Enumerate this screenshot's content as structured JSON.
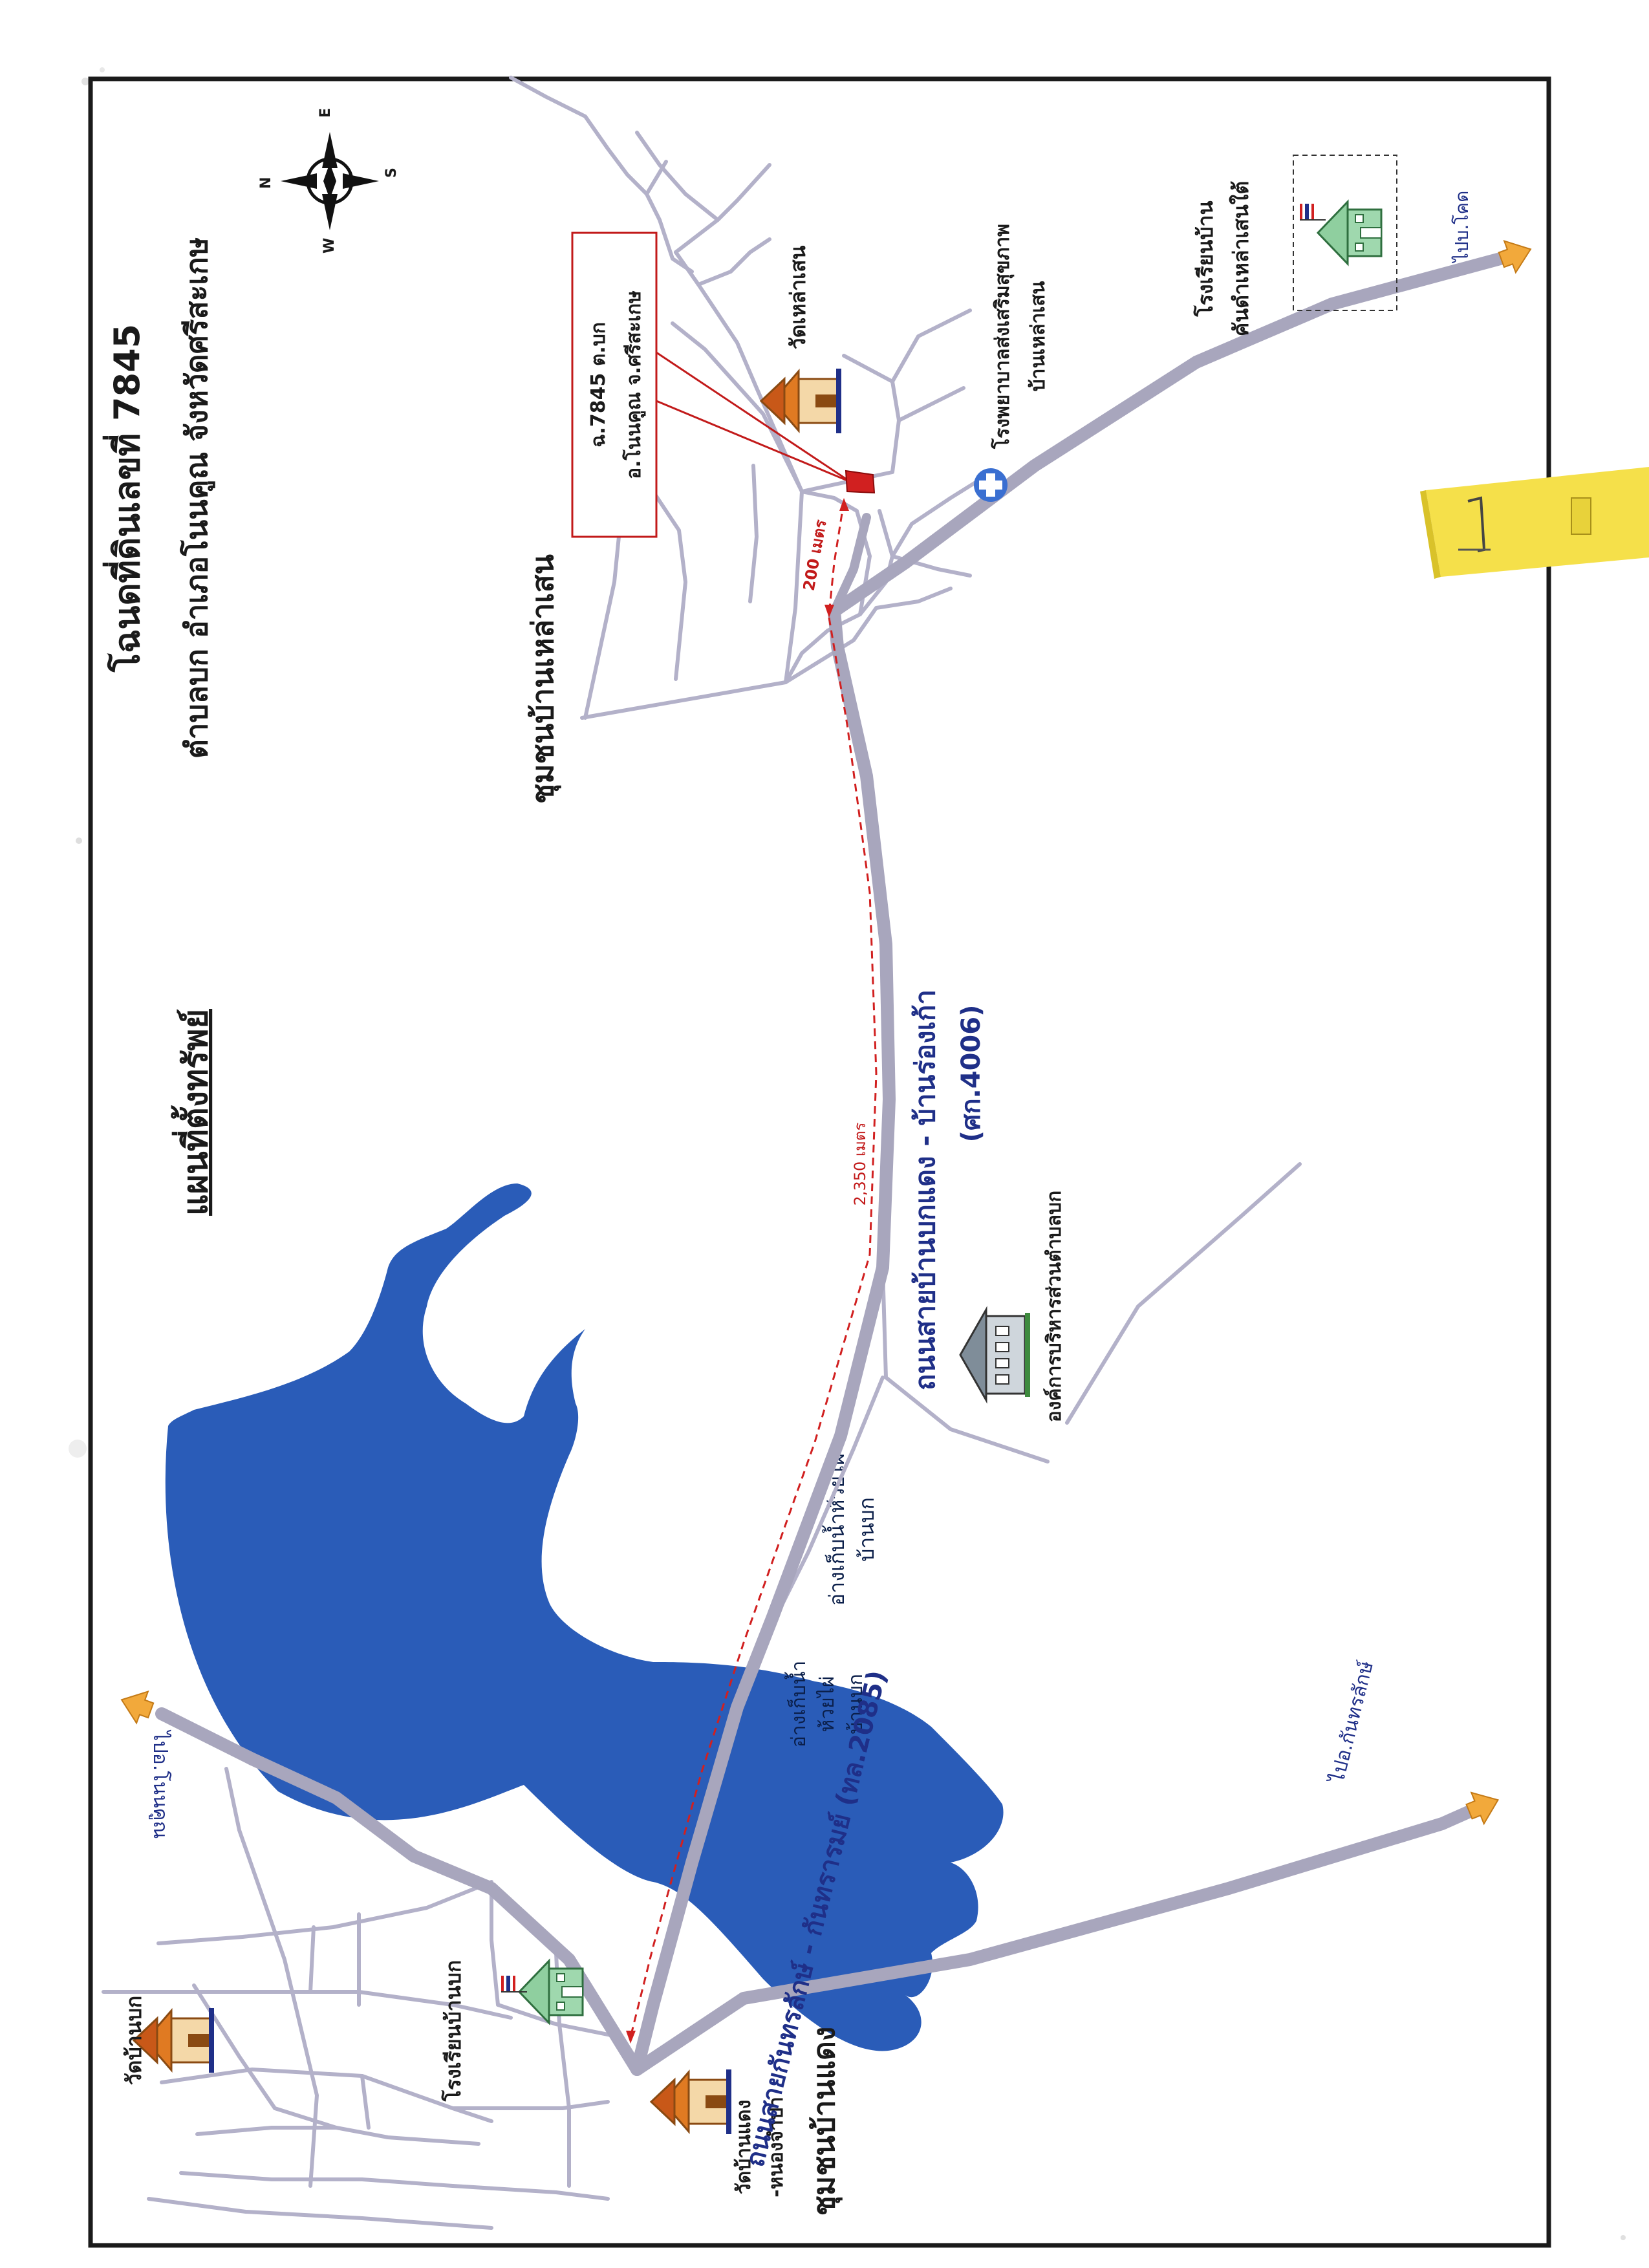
{
  "colors": {
    "road": "#a8a6bd",
    "minor_road": "#b3b1c9",
    "water": "#2a5cb8",
    "distance": "#d12020",
    "label_blue": "#1f2f88",
    "arrow": "#f2a93b",
    "sticky_note": "#f5e04a",
    "temple": "#e07a22"
  },
  "title": {
    "line1": "โฉนดที่ดินเลขที่ 7845",
    "line2": "ตำบลบก  อำเภอโนนคูณ  จังหวัดศรีสะเกษ",
    "map_heading": "แผนที่ตั้งทรัพย์"
  },
  "compass": {
    "n": "N",
    "e": "E",
    "s": "S",
    "w": "W",
    "icon": "compass-rose-icon"
  },
  "property_box": {
    "line1": "ฉ.7845 ต.บก",
    "line2": "อ.โนนคูณ  จ.ศรีสะเกษ"
  },
  "distances": {
    "short": "200 เมตร",
    "long": "2,350 เมตร"
  },
  "places": {
    "community_laosen": "ชุมชนบ้านเหล่าเสน",
    "wat_laosen": "วัดเหล่าเสน",
    "hospital_line1": "โรงพยาบาลส่งเสริมสุขภาพ",
    "hospital_line2": "บ้านเหล่าเสน",
    "school_laosen_line1": "โรงเรียนบ้าน",
    "school_laosen_line2": "คันดำเหล่าเสนใต้",
    "to_khot": "ไปบ.โคด",
    "tambon_office": "องค์การบริหารส่วนตำบลบก",
    "road_main_line1": "ถนนสายบ้านบกแดง - บ้านร่องเก้า",
    "road_main_line2": "(ศก.4006)",
    "reservoir_north_line1": "อ่างเก็บน้ำห้วยไผ่",
    "reservoir_north_line2": "บ้านบก",
    "reservoir_south_line1": "อ่างเก็บน้ำ",
    "reservoir_south_line2": "ห้วยไผ่",
    "reservoir_south_line3": "บ้านบก",
    "to_nonkhun": "ไปอ.โนนคูณ",
    "to_kanthararak": "ไปอ.กันทรลักษ์",
    "road_2085": "ถนนสายกันทรลักษ์ - กันทรารมย์ (ทล.2085)",
    "wat_ban_bok": "วัดบ้านบก",
    "school_ban_bok": "โรงเรียนบ้านบก",
    "wat_ban_daeng_line1": "วัดบ้านแดง",
    "wat_ban_daeng_line2": "-หนองจำปา",
    "community_ban_daeng": "ชุมชนบ้านแดง"
  }
}
